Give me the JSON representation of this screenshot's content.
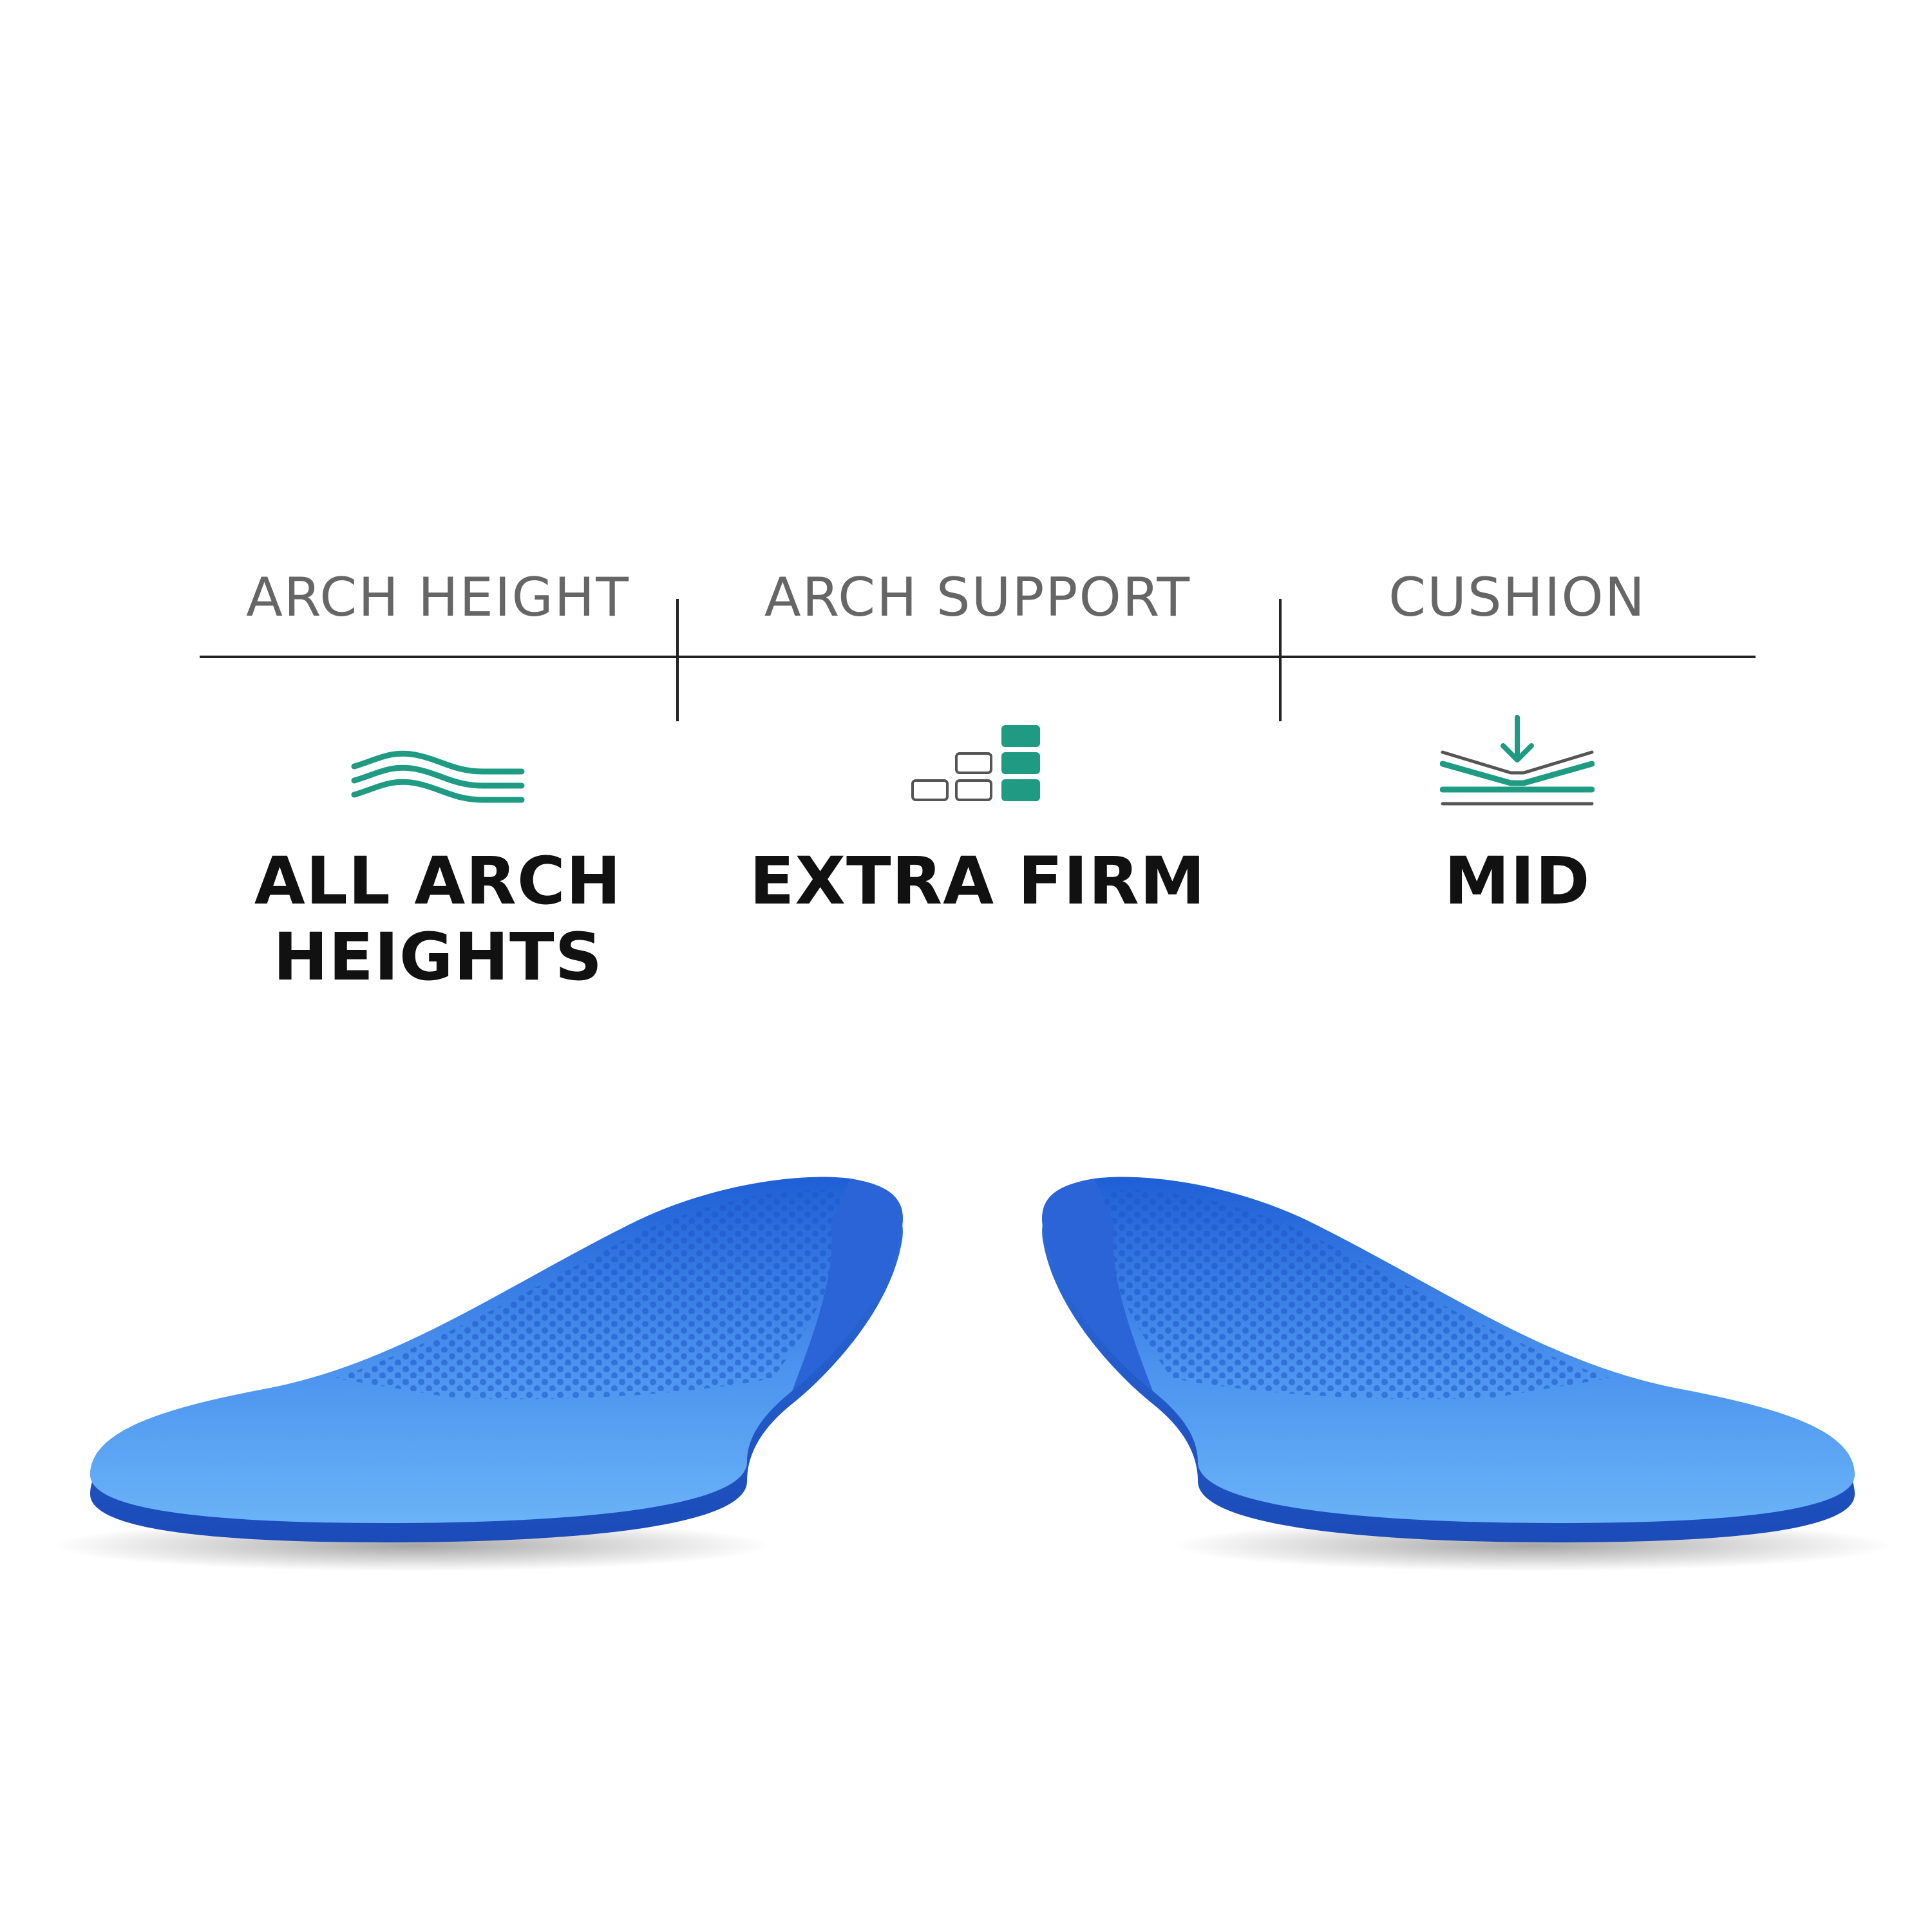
{
  "specs": [
    {
      "title": "ARCH HEIGHT",
      "value": "ALL ARCH\nHEIGHTS",
      "icon": "waves-icon"
    },
    {
      "title": "ARCH SUPPORT",
      "value": "EXTRA FIRM",
      "icon": "firmness-blocks-icon"
    },
    {
      "title": "CUSHION",
      "value": "MID",
      "icon": "compression-arrow-icon"
    }
  ],
  "colors": {
    "accent": "#1f9b84",
    "title_text": "#666666",
    "value_text": "#111111",
    "rule": "#222222",
    "insole_blue": "#2f6fdc",
    "insole_light": "#5aa6f5"
  },
  "product_image": "pair-of-blue-insoles"
}
